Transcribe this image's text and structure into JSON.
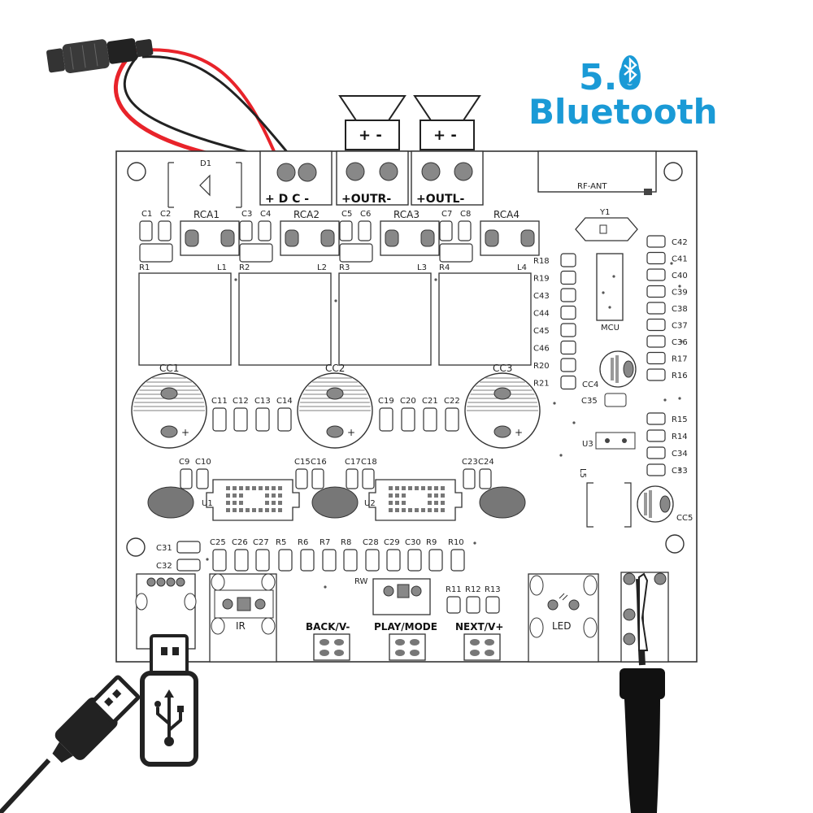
{
  "brand": {
    "version": "5.0",
    "name": "Bluetooth",
    "color": "#1a9ad6"
  },
  "board": {
    "dc_label": "+ D C -",
    "out_right": "+OUTR-",
    "out_left": "+OUTL-",
    "speaker_polarity": "+ -",
    "antenna": "RF-ANT",
    "diode": "D1",
    "crystal": "Y1",
    "mcu": "MCU",
    "ic1": "U1",
    "ic2": "U2",
    "ic3": "U3",
    "inductor5": "L5",
    "rw": "RW",
    "ir": "IR",
    "led": "LED",
    "rca": [
      "RCA1",
      "RCA2",
      "RCA3",
      "RCA4"
    ],
    "resistors_top": [
      "R1",
      "R2",
      "R3",
      "R4"
    ],
    "inductors": [
      "L1",
      "L2",
      "L3",
      "L4"
    ],
    "caps_top": [
      "C1",
      "C2",
      "C3",
      "C4",
      "C5",
      "C6",
      "C7",
      "C8"
    ],
    "cc": [
      "CC1",
      "CC2",
      "CC3"
    ],
    "cc4": "CC4",
    "cc5": "CC5",
    "caps_mid": [
      "C11",
      "C12",
      "C13",
      "C14",
      "C19",
      "C20",
      "C21",
      "C22"
    ],
    "caps_u1": [
      "C9",
      "C10",
      "C15",
      "C16"
    ],
    "caps_u2": [
      "C17",
      "C18",
      "C23",
      "C24"
    ],
    "right_col": [
      "R18",
      "R19",
      "C43",
      "C44",
      "C45",
      "C46",
      "R20",
      "R21"
    ],
    "far_right": [
      "C42",
      "C41",
      "C40",
      "C39",
      "C38",
      "C37",
      "C36",
      "R17",
      "R16"
    ],
    "right_low": [
      "R15",
      "R14",
      "C34",
      "C33"
    ],
    "c35": "C35",
    "caps_left": [
      "C31",
      "C32"
    ],
    "bottom_row": [
      "C25",
      "C26",
      "C27",
      "R5",
      "R6",
      "R7",
      "R8",
      "C28",
      "C29",
      "C30",
      "R9",
      "R10"
    ],
    "r_small": [
      "R11",
      "R12",
      "R13"
    ],
    "buttons": [
      "BACK/V-",
      "PLAY/MODE",
      "NEXT/V+"
    ]
  }
}
